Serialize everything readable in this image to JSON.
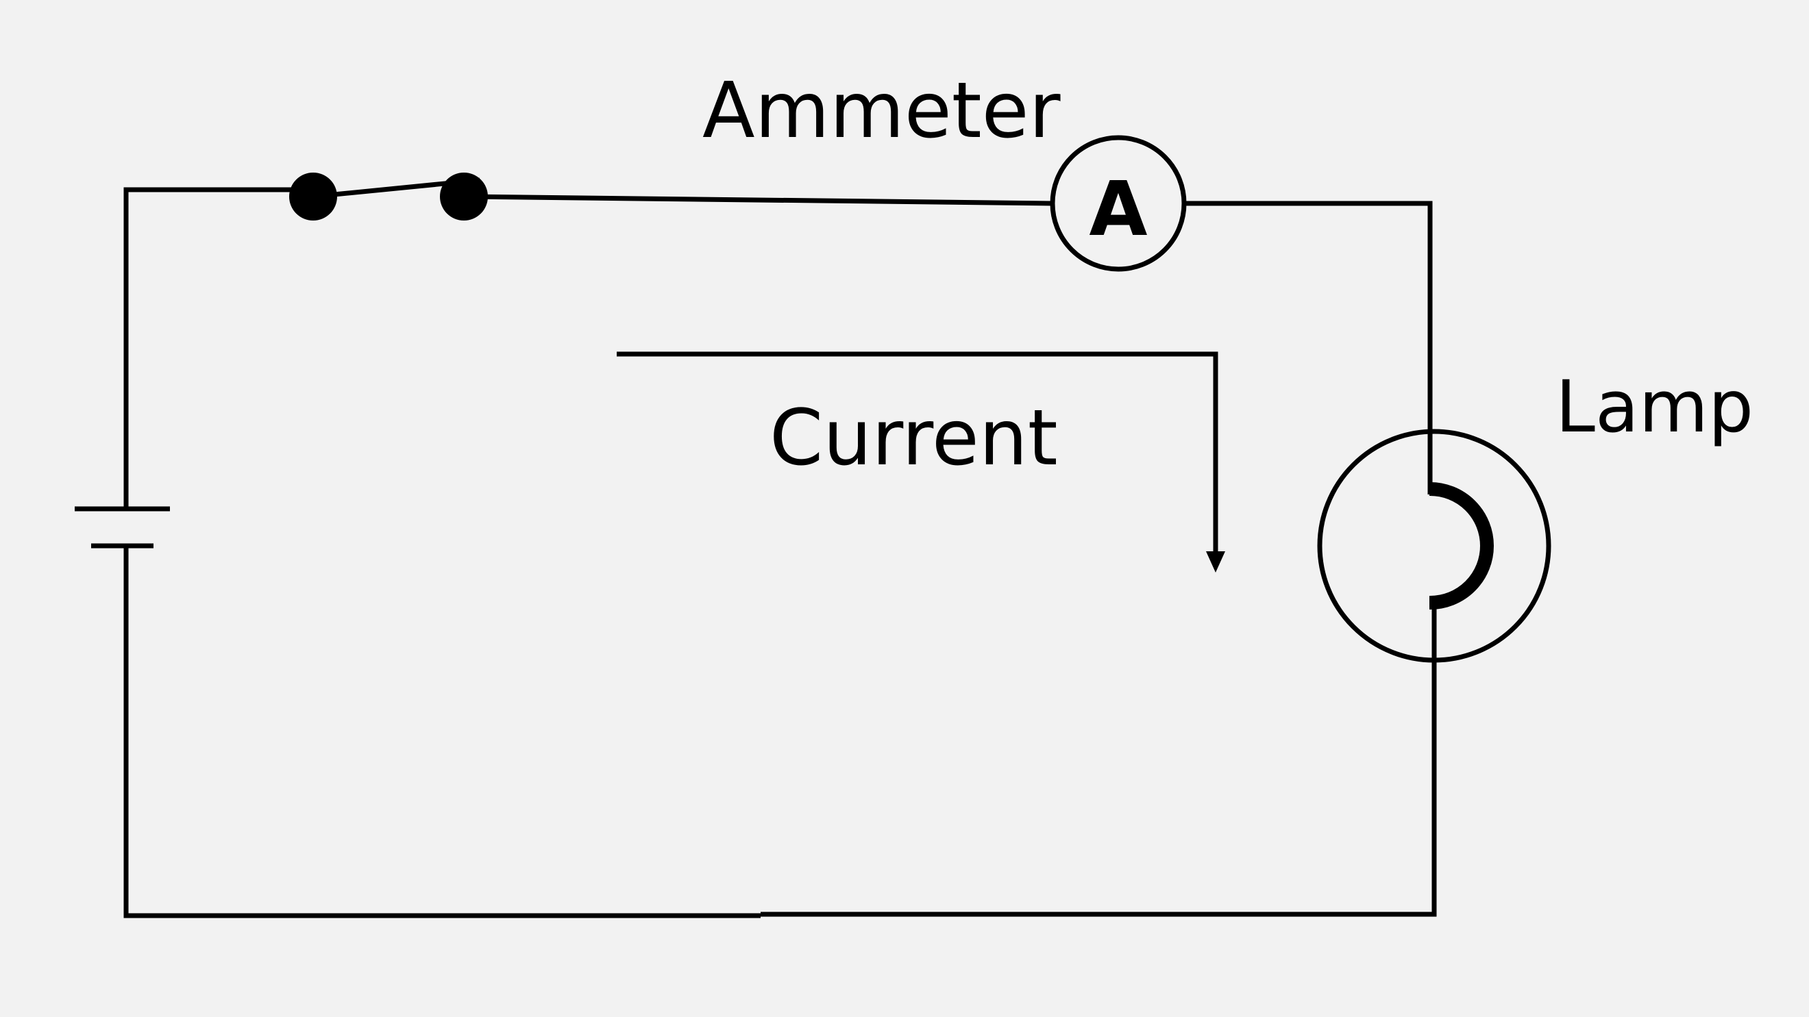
{
  "labels": {
    "ammeter": "Ammeter",
    "ammeter_symbol": "A",
    "current": "Current",
    "lamp": "Lamp"
  },
  "colors": {
    "background": "#f2f2f2",
    "stroke": "#000000"
  }
}
